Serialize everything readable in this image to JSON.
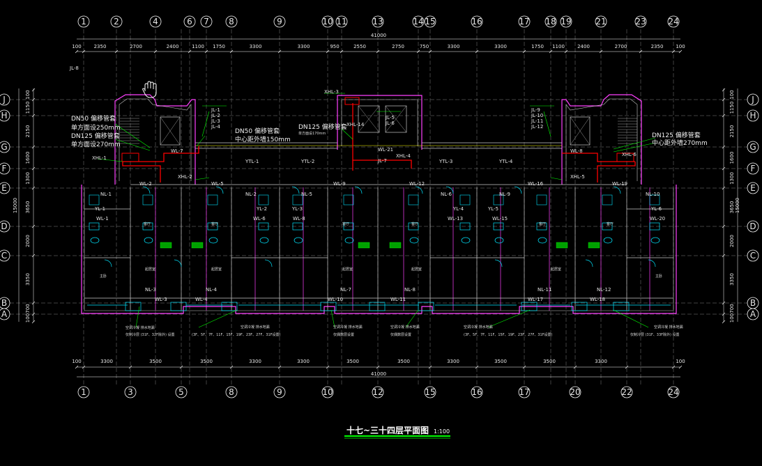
{
  "drawing": {
    "title": "十七~三十四层平面图",
    "scale": "1:100",
    "overall_dimension_top": "41000",
    "overall_dimension_bottom": "41000",
    "overall_dimension_left": "15000",
    "overall_dimension_right": "15000"
  },
  "axes_top": [
    {
      "label": "1"
    },
    {
      "label": "2"
    },
    {
      "label": "4"
    },
    {
      "label": "6"
    },
    {
      "label": "7"
    },
    {
      "label": "8"
    },
    {
      "label": "9"
    },
    {
      "label": "10"
    },
    {
      "label": "11"
    },
    {
      "label": "13"
    },
    {
      "label": "14"
    },
    {
      "label": "15"
    },
    {
      "label": "16"
    },
    {
      "label": "17"
    },
    {
      "label": "18"
    },
    {
      "label": "19"
    },
    {
      "label": "21"
    },
    {
      "label": "23"
    },
    {
      "label": "24"
    }
  ],
  "axes_bottom": [
    {
      "label": "1"
    },
    {
      "label": "3"
    },
    {
      "label": "5"
    },
    {
      "label": "8"
    },
    {
      "label": "9"
    },
    {
      "label": "10"
    },
    {
      "label": "12"
    },
    {
      "label": "15"
    },
    {
      "label": "16"
    },
    {
      "label": "17"
    },
    {
      "label": "20"
    },
    {
      "label": "22"
    },
    {
      "label": "24"
    }
  ],
  "axes_rows": [
    {
      "label": "J"
    },
    {
      "label": "H"
    },
    {
      "label": "G"
    },
    {
      "label": "F"
    },
    {
      "label": "E"
    },
    {
      "label": "D"
    },
    {
      "label": "C"
    },
    {
      "label": "B"
    },
    {
      "label": "A"
    }
  ],
  "dims_top": [
    "100",
    "2350",
    "2700",
    "2400",
    "1100",
    "1750",
    "3300",
    "3300",
    "950",
    "2550",
    "2750",
    "750",
    "3300",
    "3300",
    "1750",
    "1100",
    "2400",
    "2700",
    "2350",
    "100"
  ],
  "dims_bottom": [
    "100",
    "3300",
    "3500",
    "3500",
    "3300",
    "3300",
    "3500",
    "3500",
    "3300",
    "3500",
    "3500",
    "3300",
    "100"
  ],
  "dims_left": [
    "100",
    "1150",
    "2150",
    "1600",
    "1300",
    "3650",
    "2000",
    "3350",
    "700",
    "100"
  ],
  "dims_right": [
    "100",
    "1150",
    "2150",
    "1600",
    "1300",
    "3650",
    "2000",
    "3350",
    "700",
    "100"
  ],
  "annotations": [
    {
      "text": "DN50 偏移管套"
    },
    {
      "text": "单方面设250mm"
    },
    {
      "text": "DN125 偏移管套"
    },
    {
      "text": "单方面设270mm"
    },
    {
      "text": "DN50 偏移管套"
    },
    {
      "text": "中心距外墙150mm"
    },
    {
      "text": "DN125 偏移管套"
    },
    {
      "text": "单方面设170mm"
    },
    {
      "text": "DN125 偏移管套"
    },
    {
      "text": "中心距外墙270mm"
    }
  ],
  "pipe_tags_top": [
    {
      "text": "JL-1"
    },
    {
      "text": "JL-2"
    },
    {
      "text": "JL-3"
    },
    {
      "text": "JL-4"
    },
    {
      "text": "JL-5"
    },
    {
      "text": "JL-6"
    },
    {
      "text": "JL-9"
    },
    {
      "text": "JL-10"
    },
    {
      "text": "JL-11"
    },
    {
      "text": "JL-12"
    },
    {
      "text": "XHL-3"
    },
    {
      "text": "XHL-14"
    },
    {
      "text": "XHL-1"
    },
    {
      "text": "XHL-2"
    },
    {
      "text": "XHL-4"
    },
    {
      "text": "XHL-5"
    },
    {
      "text": "XHL-6"
    },
    {
      "text": "YTL-1"
    },
    {
      "text": "YTL-2"
    },
    {
      "text": "YTL-3"
    },
    {
      "text": "YTL-4"
    },
    {
      "text": "WL-7"
    },
    {
      "text": "WL-8"
    },
    {
      "text": "WL-21"
    },
    {
      "text": "JL-7"
    },
    {
      "text": "JL-8"
    }
  ],
  "pipe_tags_mid": [
    {
      "text": "NL-1"
    },
    {
      "text": "WL-2"
    },
    {
      "text": "WL-5"
    },
    {
      "text": "NL-2"
    },
    {
      "text": "NL-5"
    },
    {
      "text": "WL-9"
    },
    {
      "text": "WL-12"
    },
    {
      "text": "NL-6"
    },
    {
      "text": "NL-9"
    },
    {
      "text": "WL-16"
    },
    {
      "text": "WL-19"
    },
    {
      "text": "NL-10"
    },
    {
      "text": "YL-1"
    },
    {
      "text": "WL-1"
    },
    {
      "text": "YL-2"
    },
    {
      "text": "YL-3"
    },
    {
      "text": "WL-6"
    },
    {
      "text": "WL-8"
    },
    {
      "text": "YL-4"
    },
    {
      "text": "YL-5"
    },
    {
      "text": "WL-13"
    },
    {
      "text": "WL-15"
    },
    {
      "text": "YL-6"
    },
    {
      "text": "WL-20"
    }
  ],
  "pipe_tags_bottom": [
    {
      "text": "NL-3"
    },
    {
      "text": "WL-3"
    },
    {
      "text": "NL-4"
    },
    {
      "text": "WL-4"
    },
    {
      "text": "NL-7"
    },
    {
      "text": "WL-10"
    },
    {
      "text": "NL-8"
    },
    {
      "text": "WL-11"
    },
    {
      "text": "NL-11"
    },
    {
      "text": "WL-17"
    },
    {
      "text": "NL-12"
    },
    {
      "text": "WL-18"
    }
  ],
  "notes_bottom": [
    {
      "text": "空调冷凝 排水地漏"
    },
    {
      "text": "仅制冷层 (31F、32F除外) 设置"
    },
    {
      "text": "空调冷凝 排水地漏"
    },
    {
      "text": "(3F、5F、7F、11F、15F、19F、23F、27F、31F设置)"
    },
    {
      "text": "空调冷凝 排水地漏"
    },
    {
      "text": "仅偶数层设置"
    },
    {
      "text": "空调冷凝 排水地漏"
    },
    {
      "text": "仅偶数层设置"
    },
    {
      "text": "空调冷凝 排水地漏"
    },
    {
      "text": "(3F、5F、7F、11F、15F、19F、23F、27F、31F设置)"
    },
    {
      "text": "空调冷凝 排水地漏"
    },
    {
      "text": "仅制冷层 (31F、33F除外) 设置"
    }
  ],
  "room_labels": [
    {
      "text": "客厅"
    },
    {
      "text": "客厅"
    },
    {
      "text": "客厅"
    },
    {
      "text": "客厅"
    },
    {
      "text": "客厅"
    },
    {
      "text": "客厅"
    },
    {
      "text": "主卧"
    },
    {
      "text": "起居室"
    },
    {
      "text": "起居室"
    },
    {
      "text": "起居室"
    },
    {
      "text": "起居室"
    },
    {
      "text": "起居室"
    },
    {
      "text": "主卧"
    }
  ],
  "colors": {
    "background": "#000000",
    "wall": "#ff40ff",
    "wall_inner": "#c8c8c8",
    "dimension": "#ffffff",
    "grid_circle": "#ffffff",
    "axis_line": "#7f7f7f",
    "annotation": "#00ff00",
    "fire_pipe": "#ff0000",
    "cyan_fixture": "#00e5ff",
    "yellow_line": "#ffff00",
    "title_underline": "#00ff00"
  }
}
